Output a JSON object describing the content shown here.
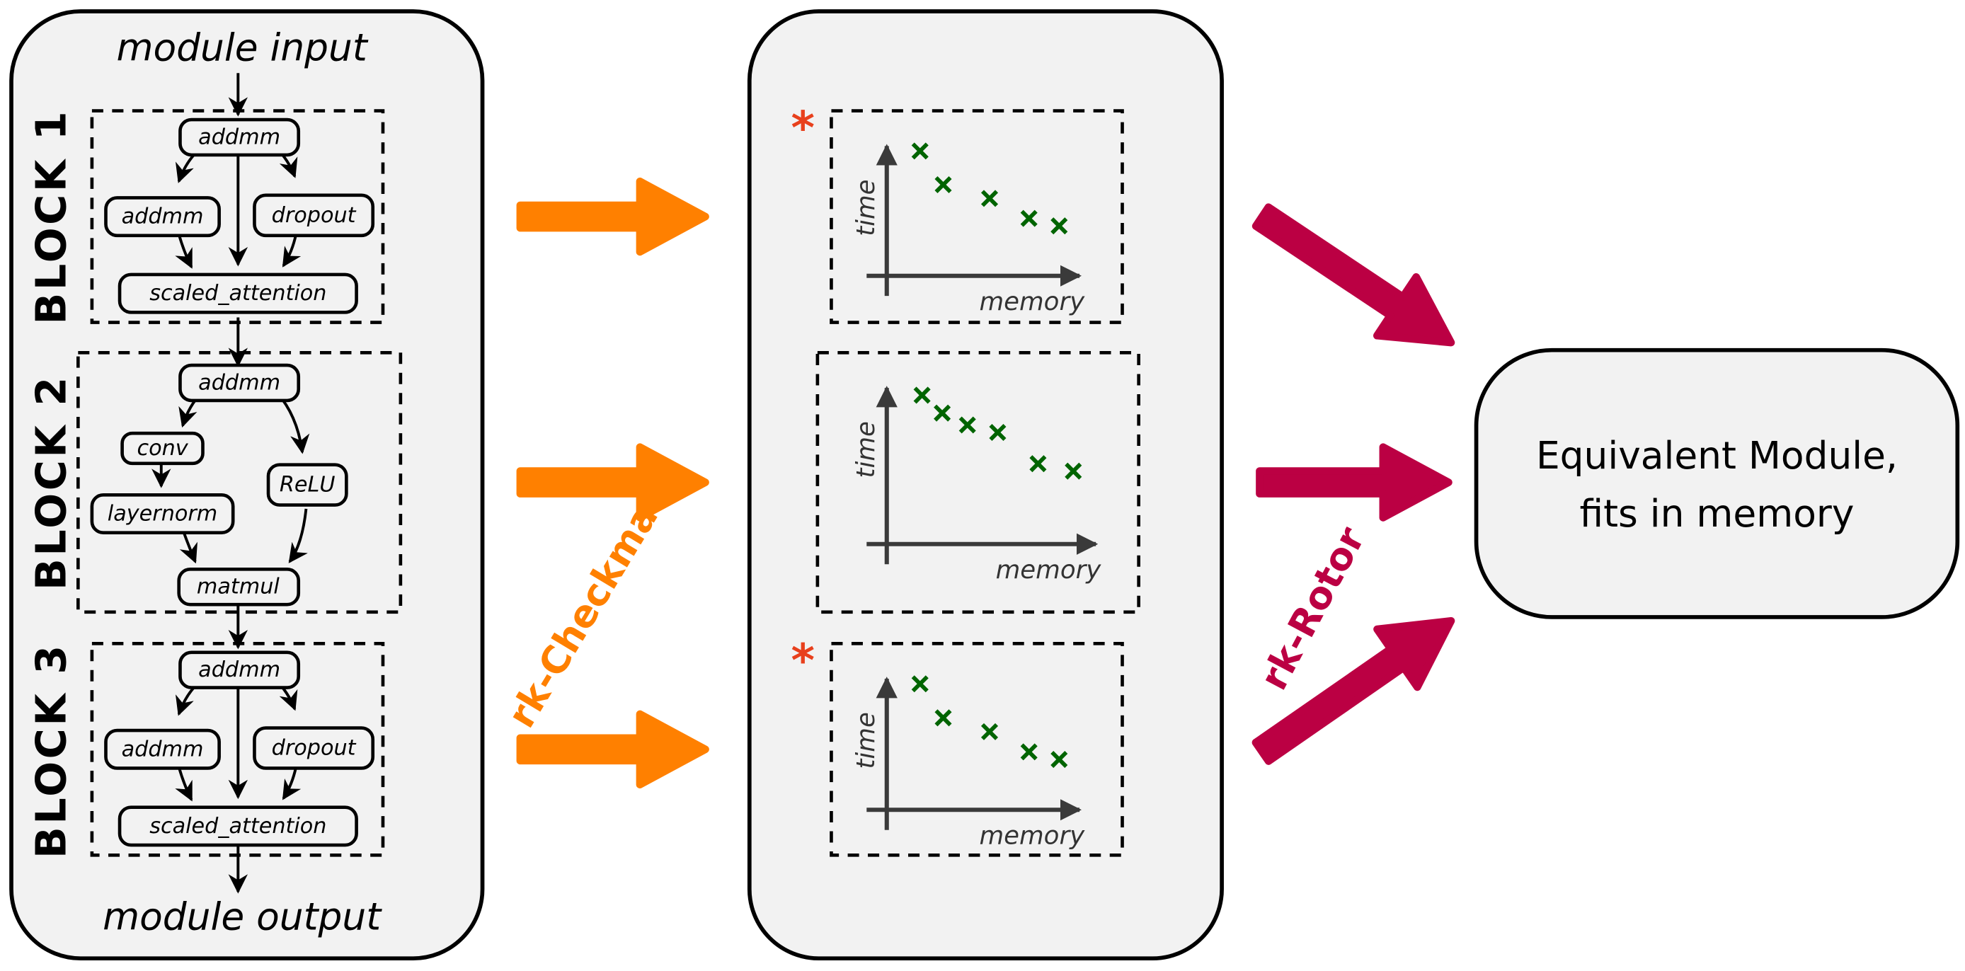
{
  "left_panel": {
    "input_label": "module input",
    "output_label": "module output",
    "blocks": [
      {
        "label": "BLOCK 1",
        "nodes": [
          "addmm",
          "addmm",
          "dropout",
          "scaled_attention"
        ]
      },
      {
        "label": "BLOCK 2",
        "nodes": [
          "addmm",
          "conv",
          "ReLU",
          "layernorm",
          "matmul"
        ]
      },
      {
        "label": "BLOCK 3",
        "nodes": [
          "addmm",
          "addmm",
          "dropout",
          "scaled_attention"
        ]
      }
    ]
  },
  "middle_panel": {
    "plots": [
      {
        "starred": true,
        "xlabel": "memory",
        "ylabel": "time"
      },
      {
        "starred": false,
        "xlabel": "memory",
        "ylabel": "time"
      },
      {
        "starred": true,
        "xlabel": "memory",
        "ylabel": "time"
      }
    ],
    "star_glyph": "*"
  },
  "arrows": {
    "left_label": "rk-Checkmate",
    "right_label": "rk-Rotor",
    "left_color": "#ff8000",
    "right_color": "#bb0043"
  },
  "result_box": {
    "line1": "Equivalent Module,",
    "line2": "fits in memory"
  },
  "colors": {
    "panel_fill": "#f2f2f2",
    "marker_green": "#006400",
    "star_red": "#e8401c"
  },
  "chart_data": [
    {
      "type": "scatter",
      "title": "",
      "xlabel": "memory",
      "ylabel": "time",
      "x": [
        1,
        2,
        4,
        5.7,
        7
      ],
      "y": [
        10,
        7.3,
        6.2,
        4.6,
        4.0
      ],
      "xlim": [
        0,
        8.5
      ],
      "ylim": [
        0,
        11
      ]
    },
    {
      "type": "scatter",
      "title": "",
      "xlabel": "memory",
      "ylabel": "time",
      "x": [
        1,
        1.8,
        2.8,
        4,
        5.6,
        7
      ],
      "y": [
        10,
        8.8,
        8.0,
        7.5,
        5.4,
        4.9
      ],
      "xlim": [
        0,
        8.5
      ],
      "ylim": [
        0,
        11
      ]
    },
    {
      "type": "scatter",
      "title": "",
      "xlabel": "memory",
      "ylabel": "time",
      "x": [
        1,
        2,
        4,
        5.7,
        7
      ],
      "y": [
        10,
        7.3,
        6.2,
        4.6,
        4.0
      ],
      "xlim": [
        0,
        8.5
      ],
      "ylim": [
        0,
        11
      ]
    }
  ]
}
